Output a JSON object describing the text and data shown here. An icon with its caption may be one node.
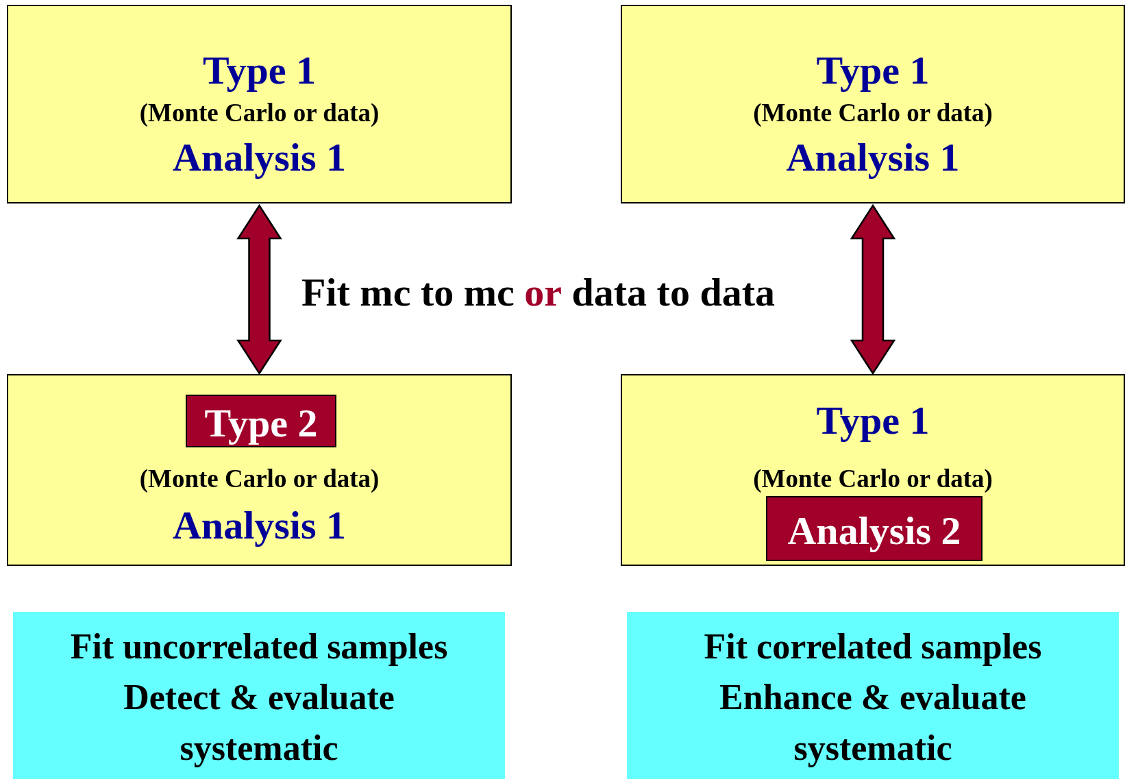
{
  "diagram": {
    "nodes": [
      {
        "text": [
          "Type 1",
          "(Monte Carlo or data)",
          "Analysis 1"
        ]
      },
      {
        "text": [
          "Type 1",
          "(Monte Carlo or data)",
          "Analysis 1"
        ]
      },
      {
        "text": [
          "(Monte Carlo or data)",
          "Analysis 1"
        ]
      },
      {
        "text": [
          "Type 2"
        ],
        "in": 2
      },
      {
        "text": [
          "Type 1",
          "(Monte Carlo or data)"
        ]
      },
      {
        "text": [
          "Analysis 2"
        ],
        "in": 4
      },
      {
        "text": [
          "Fit uncorrelated samples",
          "Detect & evaluate systematic"
        ]
      },
      {
        "text": [
          "Fit correlated samples",
          "Enhance & evaluate systematic"
        ]
      }
    ],
    "edges": [
      {
        "from": 0,
        "to": 2,
        "arrow": "both",
        "style": "thick",
        "color": "#a0002a"
      },
      {
        "from": 1,
        "to": 4,
        "arrow": "both",
        "style": "thick",
        "color": "#a0002a"
      }
    ],
    "labels": [
      "Fit mc to mc **or** data to data"
    ]
  }
}
